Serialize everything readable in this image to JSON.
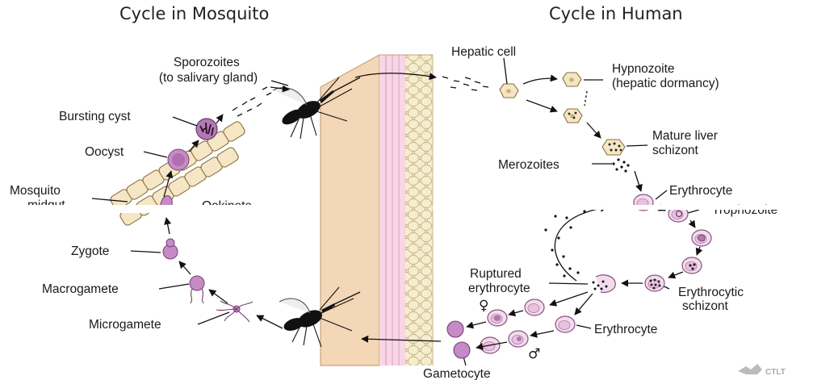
{
  "titles": {
    "mosquito_cycle": "Cycle in Mosquito",
    "human_cycle": "Cycle in Human"
  },
  "labels": {
    "sporozoites": [
      "Sporozoites",
      "(to salivary gland)"
    ],
    "bursting_cyst": "Bursting cyst",
    "oocyst": "Oocyst",
    "mosquito_midgut": [
      "Mosquito",
      "midgut"
    ],
    "ookinete": "Ookinete",
    "zygote": "Zygote",
    "macrogamete": "Macrogamete",
    "microgamete": "Microgamete",
    "hepatic_cell": "Hepatic cell",
    "hypnozoite": [
      "Hypnozoite",
      "(hepatic dormancy)"
    ],
    "mature_liver_schizont": [
      "Mature liver",
      "schizont"
    ],
    "merozoites": "Merozoites",
    "erythrocyte_top": "Erythrocyte",
    "trophozoite": "Trophozoite",
    "ruptured_erythrocyte": [
      "Ruptured",
      "erythrocyte"
    ],
    "erythrocytic_schizont": [
      "Erythrocytic",
      "schizont"
    ],
    "erythrocyte_bottom": "Erythrocyte",
    "gametocyte": "Gametocyte",
    "female_symbol": "♀",
    "male_symbol": "♂"
  },
  "watermark": "CTLT",
  "colors": {
    "skin": "#f3d7b6",
    "skin_edge": "#c9a27e",
    "dermis": "#f7d6e6",
    "dermis_line": "#d98fb8",
    "fat": "#efe4bd",
    "parasite": "#c48bc4",
    "erythrocyte": "#f2dcec",
    "hepatic_cell": "#f5e6c5",
    "mosquito": "#111111"
  }
}
